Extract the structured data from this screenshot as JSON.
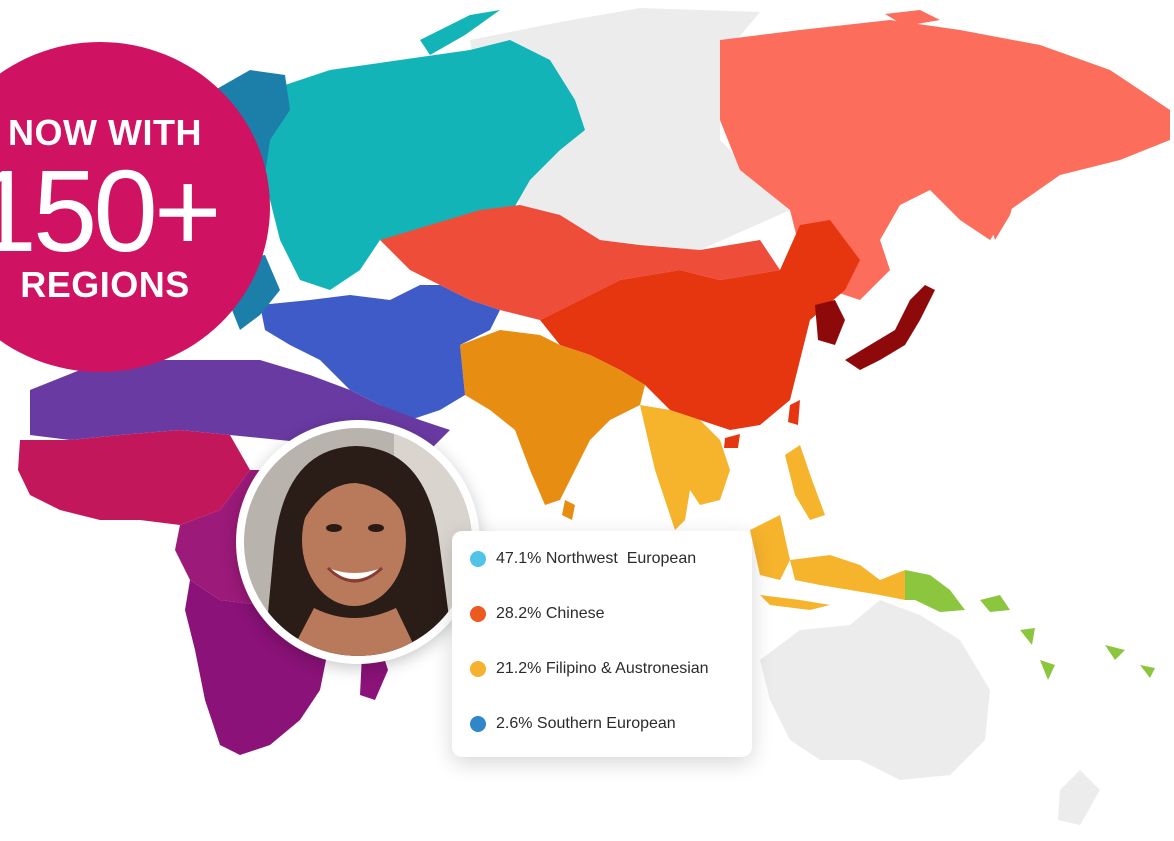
{
  "badge": {
    "line1": "NOW WITH",
    "number": "150+",
    "line3": "REGIONS",
    "color": "#cf1261"
  },
  "legend": {
    "items": [
      {
        "label": "47.1% Northwest  European",
        "color": "#4fc3e8"
      },
      {
        "label": "28.2% Chinese",
        "color": "#ec5a1f"
      },
      {
        "label": "21.2% Filipino & Austronesian",
        "color": "#f6b22e"
      },
      {
        "label": "2.6% Southern European",
        "color": "#2f86c8"
      }
    ]
  },
  "map": {
    "colors": {
      "russia_east": "#fc6d5b",
      "russia_west": "#13b4b8",
      "central_asia": "#ee4d3a",
      "china": "#e6360f",
      "japan_korea": "#8e0a0a",
      "india": "#e78e12",
      "se_asia": "#f6b32c",
      "middle_east": "#3f5bc8",
      "scandinavia": "#1c7fa9",
      "north_africa": "#6a3aa3",
      "west_africa": "#c2185b",
      "central_africa": "#9c1a7a",
      "southern_africa": "#8a1278",
      "papua": "#8cc63e",
      "unassigned": "#ececec"
    }
  }
}
